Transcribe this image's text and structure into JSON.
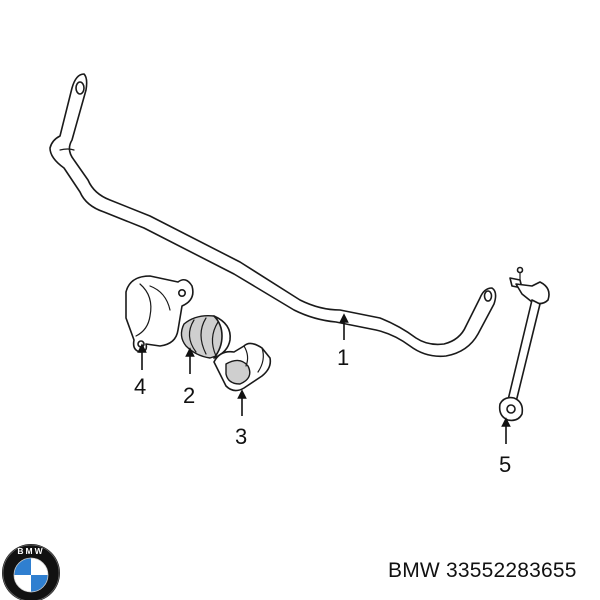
{
  "callouts": {
    "c1": "1",
    "c2": "2",
    "c3": "3",
    "c4": "4",
    "c5": "5"
  },
  "logo": {
    "text": "BMW",
    "colors": {
      "ring": "#111111",
      "blue": "#2f7fd0",
      "white": "#ffffff"
    }
  },
  "caption": {
    "brand": "BMW",
    "part_number": "33552283655"
  },
  "icons": {
    "logo": "bmw-roundel-icon",
    "arrow": "arrow-up-icon"
  }
}
